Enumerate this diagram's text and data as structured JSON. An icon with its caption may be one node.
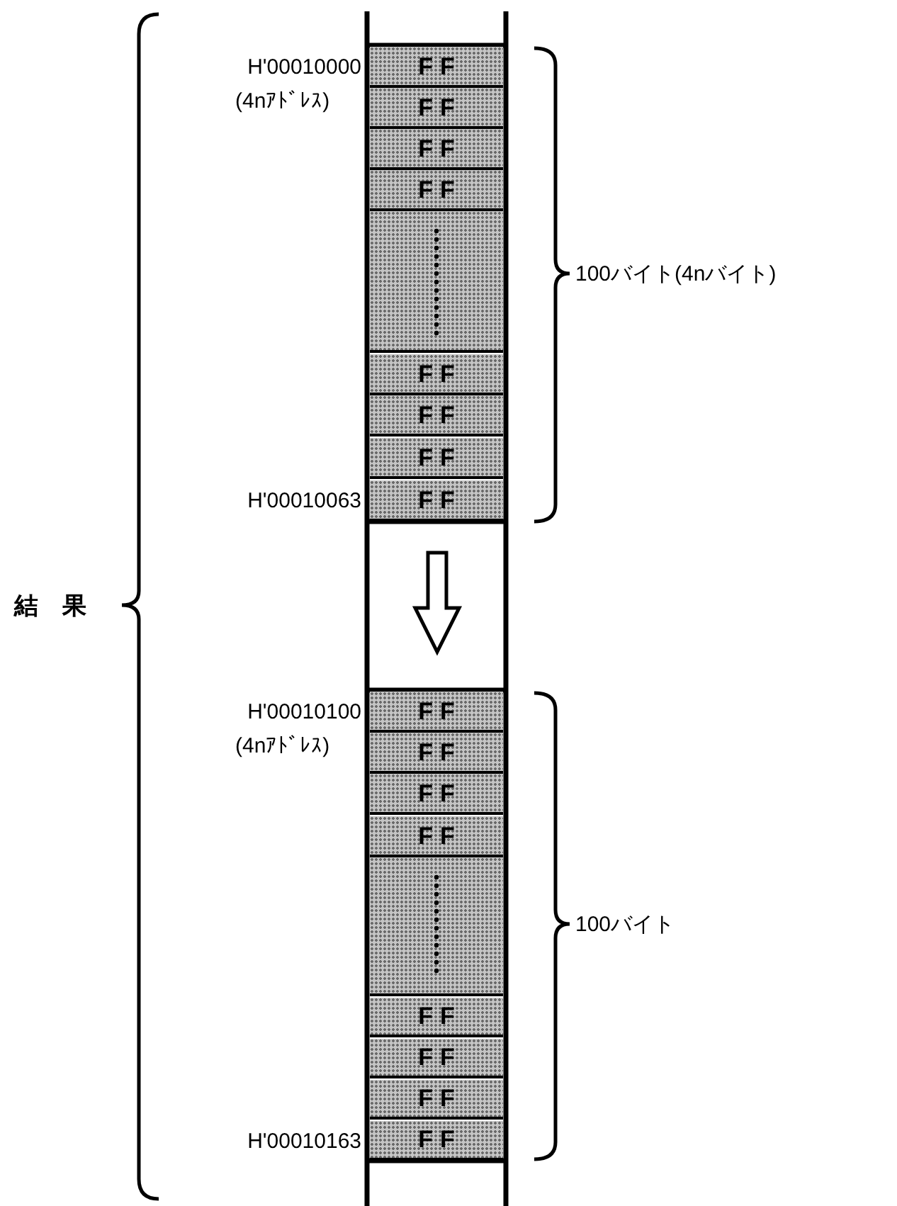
{
  "diagram": {
    "nodes": [
      {
        "text": [
          "FF"
        ]
      },
      {
        "text": [
          "FF"
        ]
      },
      {
        "text": [
          "FF"
        ]
      },
      {
        "text": [
          "FF"
        ]
      },
      {
        "text": [],
        "shape": "box"
      },
      {
        "text": [
          "FF"
        ]
      },
      {
        "text": [
          "FF"
        ]
      },
      {
        "text": [
          "FF"
        ]
      },
      {
        "text": [
          "FF"
        ]
      },
      {
        "text": [
          "FF"
        ]
      },
      {
        "text": [
          "FF"
        ]
      },
      {
        "text": [
          "FF"
        ]
      },
      {
        "text": [
          "FF"
        ]
      },
      {
        "text": [],
        "shape": "box"
      },
      {
        "text": [
          "FF"
        ]
      },
      {
        "text": [
          "FF"
        ]
      },
      {
        "text": [
          "FF"
        ]
      },
      {
        "text": [
          "FF"
        ]
      }
    ],
    "edges": [
      {
        "from": 8,
        "to": 9,
        "arrow": "to"
      }
    ],
    "labels": [
      "H'00010000",
      "(4nｱﾄﾞﾚｽ)",
      "100バイト(4nバイト)",
      "H'00010063",
      "結　果",
      "H'00010100",
      "(4nｱﾄﾞﾚｽ)",
      "100バイト",
      "H'00010163"
    ]
  }
}
